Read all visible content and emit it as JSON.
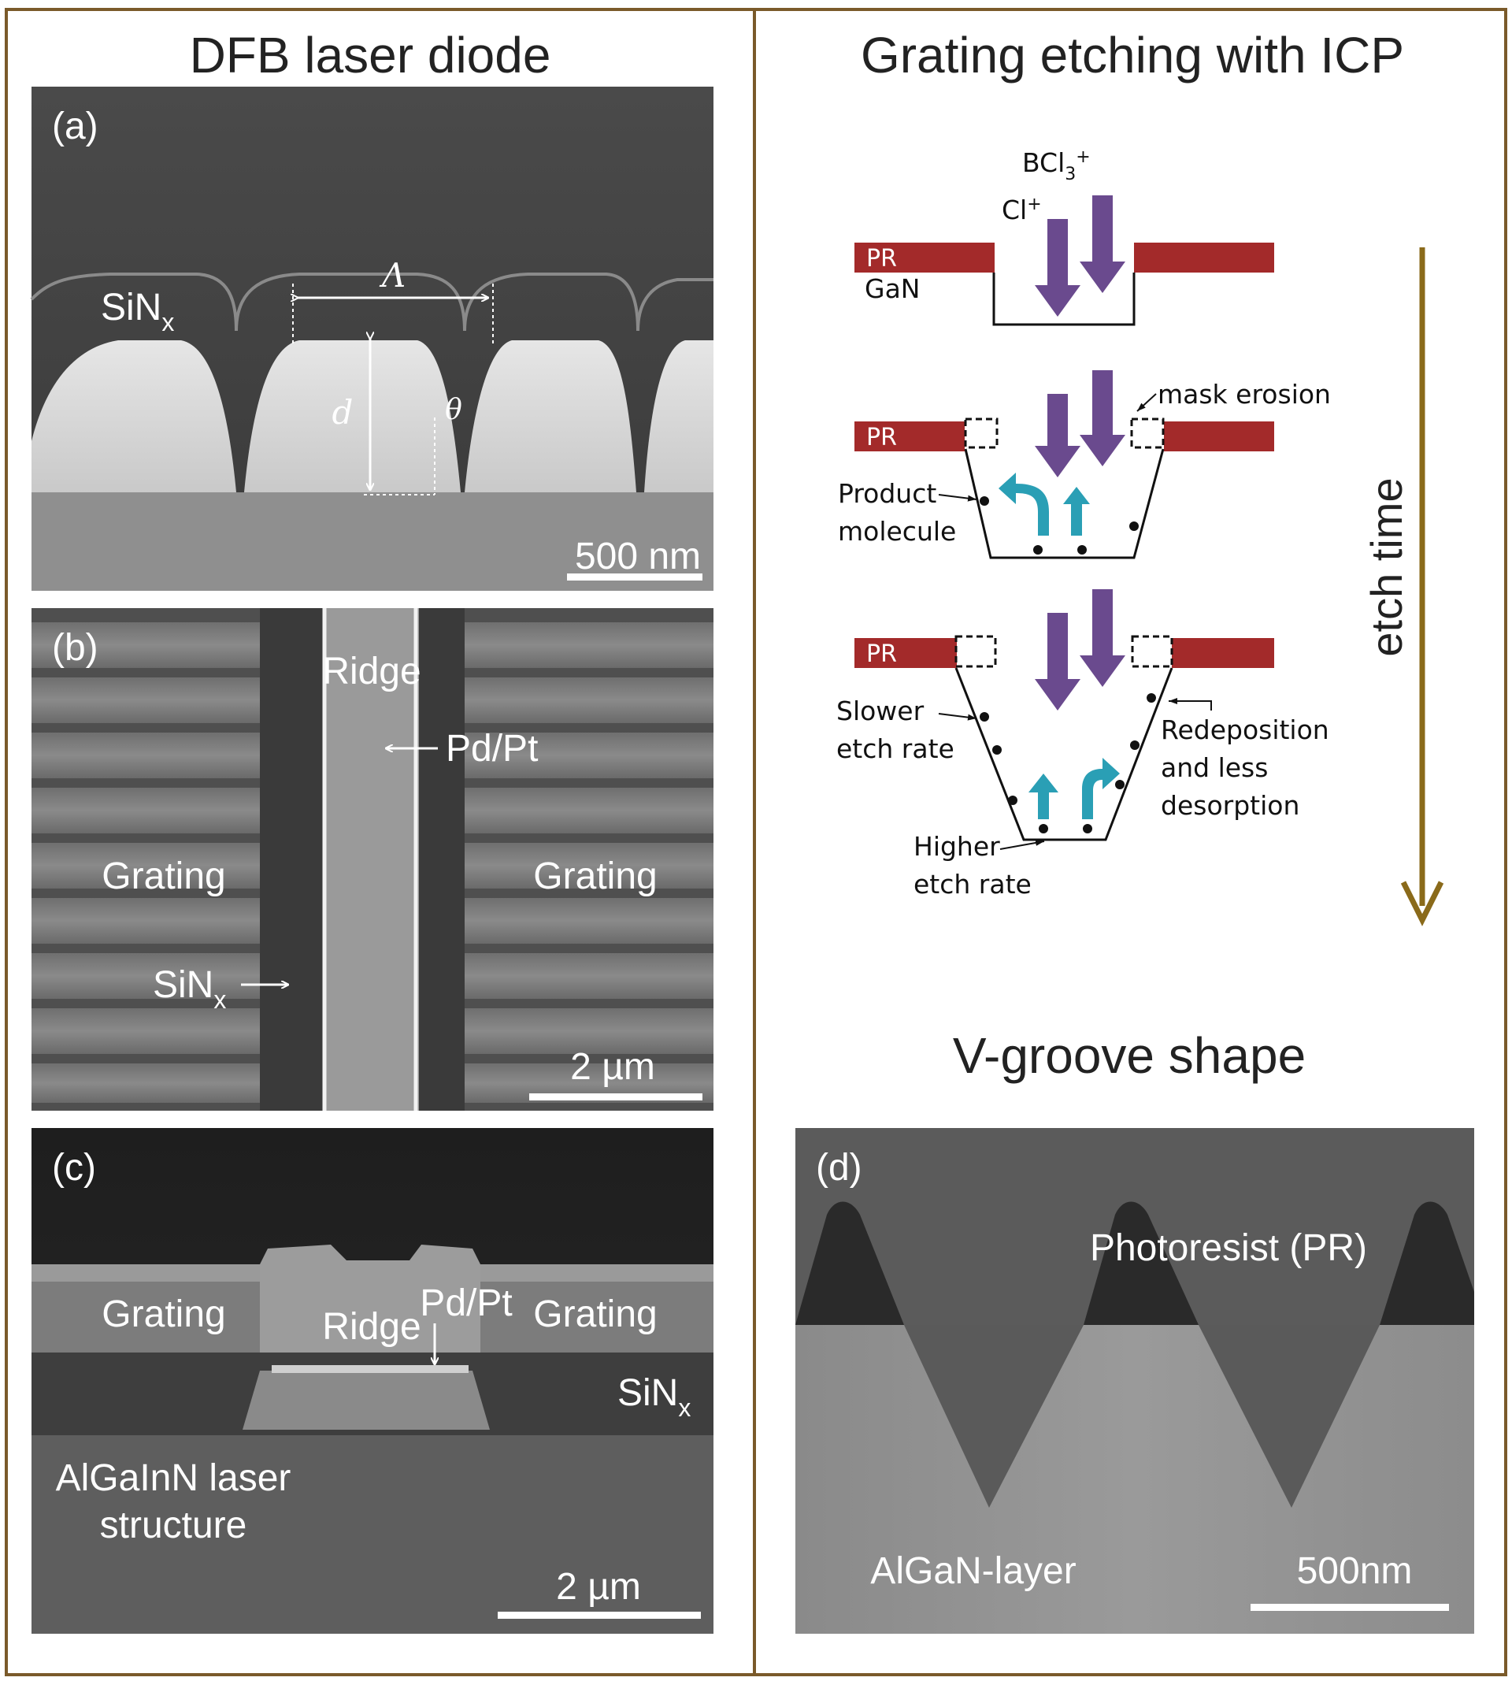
{
  "left_panel": {
    "title": "DFB laser diode",
    "panel_a": {
      "label": "(a)",
      "sinx": "SiN",
      "sinx_sub": "x",
      "period_symbol": "Λ",
      "depth_symbol": "d",
      "angle_symbol": "θ",
      "scale_bar": "500 nm"
    },
    "panel_b": {
      "label": "(b)",
      "ridge": "Ridge",
      "pd_pt": "Pd/Pt",
      "grating_left": "Grating",
      "grating_right": "Grating",
      "sinx": "SiN",
      "sinx_sub": "x",
      "scale_bar": "2 µm"
    },
    "panel_c": {
      "label": "(c)",
      "grating_left": "Grating",
      "grating_right": "Grating",
      "ridge": "Ridge",
      "pd_pt": "Pd/Pt",
      "sinx": "SiN",
      "sinx_sub": "x",
      "structure_line1": "AlGaInN laser",
      "structure_line2": "structure",
      "scale_bar": "2 µm"
    }
  },
  "right_panel": {
    "title": "Grating etching with ICP",
    "schematic": {
      "ion_bcl3": "BCl",
      "ion_bcl3_sub": "3",
      "ion_bcl3_sup": "+",
      "ion_cl": "Cl",
      "ion_cl_sup": "+",
      "pr": "PR",
      "gan": "GaN",
      "mask_erosion": "mask erosion",
      "product_line1": "Product",
      "product_line2": "molecule",
      "slower_line1": "Slower",
      "slower_line2": "etch rate",
      "redeposition_line1": "Redeposition",
      "redeposition_line2": "and less",
      "redeposition_line3": "desorption",
      "higher_line1": "Higher",
      "higher_line2": "etch rate",
      "etch_time": "etch time"
    },
    "v_groove_title": "V-groove shape",
    "panel_d": {
      "label": "(d)",
      "photoresist": "Photoresist (PR)",
      "algan": "AlGaN-layer",
      "scale_bar": "500nm"
    }
  },
  "colors": {
    "frame": "#7a5a2a",
    "photoresist_red": "#a32a2a",
    "ion_arrow": "#6a4a8e",
    "product_arrow": "#2a9fb5",
    "etch_time_arrow": "#8a6a1a"
  }
}
